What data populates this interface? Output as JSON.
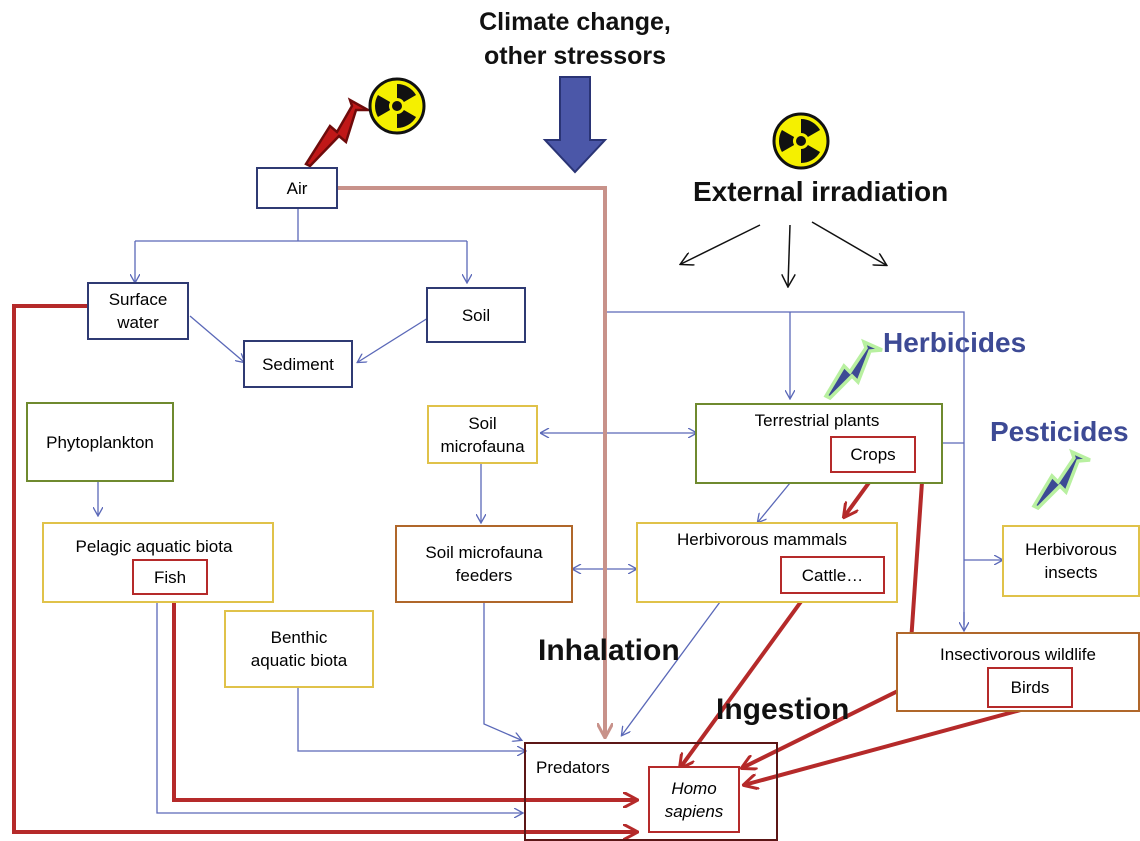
{
  "labels": {
    "climate": "Climate change,\nother stressors",
    "external": "External irradiation",
    "herbicides": "Herbicides",
    "pesticides": "Pesticides",
    "inhalation": "Inhalation",
    "ingestion": "Ingestion"
  },
  "nodes": {
    "air": "Air",
    "surface_water": "Surface\nwater",
    "soil": "Soil",
    "sediment": "Sediment",
    "phytoplankton": "Phytoplankton",
    "soil_microfauna": "Soil\nmicrofauna",
    "terrestrial_plants": "Terrestrial plants",
    "crops": "Crops",
    "pelagic": "Pelagic aquatic biota",
    "fish": "Fish",
    "soil_microfauna_feeders": "Soil microfauna\nfeeders",
    "herbivorous_mammals": "Herbivorous mammals",
    "cattle": "Cattle…",
    "herbivorous_insects": "Herbivorous\ninsects",
    "benthic": "Benthic\naquatic biota",
    "insectivorous_wildlife": "Insectivorous wildlife",
    "birds": "Birds",
    "predators": "Predators",
    "homo_sapiens": "Homo\nsapiens"
  },
  "colors": {
    "arrow_blue": "#5a68b8",
    "arrow_red": "#b52a2a",
    "inhalation_line": "#c8928a",
    "big_arrow": "#4b57a8",
    "bolt_red": "#c01818",
    "bolt_blue": "#3d4a95",
    "bolt_glow": "#b8f0a0",
    "radiation_yellow": "#f5f000"
  }
}
